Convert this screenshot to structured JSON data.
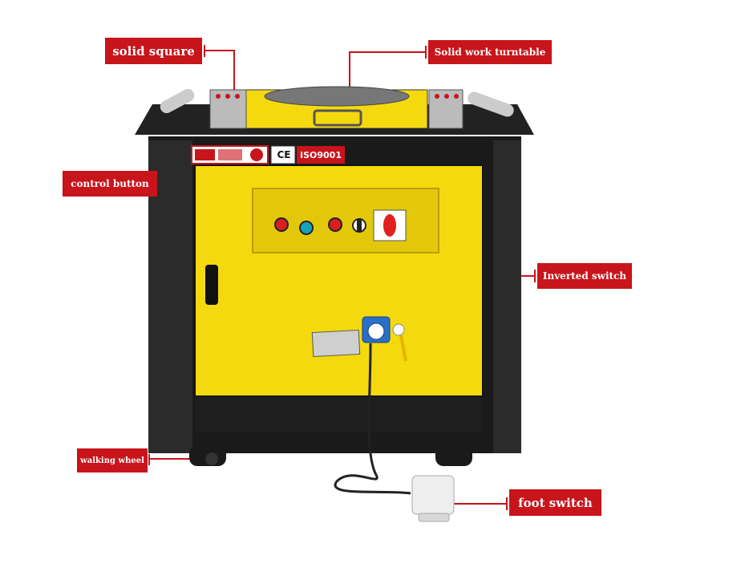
{
  "callouts": {
    "solid_square": "solid square",
    "turntable": "Solid work turntable",
    "control_button": "control button",
    "inverted_switch": "Inverted switch",
    "walking_wheel": "walking wheel",
    "foot_switch": "foot switch"
  },
  "machine": {
    "certification": "ISO9001",
    "ce_mark": "CE"
  },
  "colors": {
    "callout": "#c8141b",
    "panel": "#f5d90f",
    "frame": "#1a1a1a"
  }
}
